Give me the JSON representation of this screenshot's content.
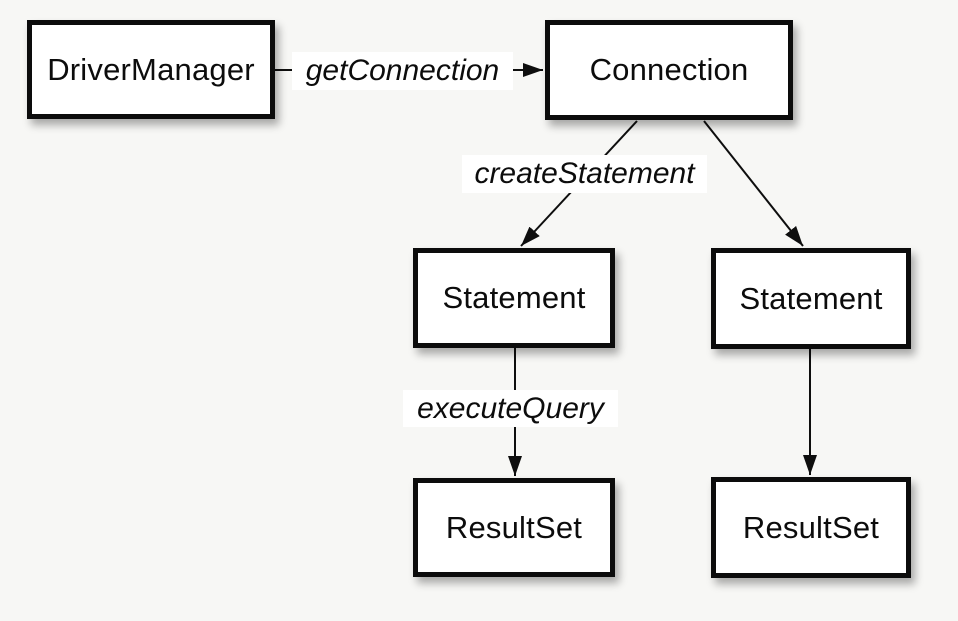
{
  "colors": {
    "background": "#f7f7f5",
    "node_fill": "#ffffff",
    "ink": "#0c0c0c"
  },
  "nodes": {
    "driver_manager": {
      "label": "DriverManager"
    },
    "connection": {
      "label": "Connection"
    },
    "statement_left": {
      "label": "Statement"
    },
    "statement_right": {
      "label": "Statement"
    },
    "resultset_left": {
      "label": "ResultSet"
    },
    "resultset_right": {
      "label": "ResultSet"
    }
  },
  "edges": [
    {
      "from": "DriverManager",
      "to": "Connection",
      "label": "getConnection"
    },
    {
      "from": "Connection",
      "to": "Statement (left)",
      "label": "createStatement"
    },
    {
      "from": "Connection",
      "to": "Statement (right)",
      "label": ""
    },
    {
      "from": "Statement (left)",
      "to": "ResultSet (left)",
      "label": "executeQuery"
    },
    {
      "from": "Statement (right)",
      "to": "ResultSet (right)",
      "label": ""
    }
  ]
}
